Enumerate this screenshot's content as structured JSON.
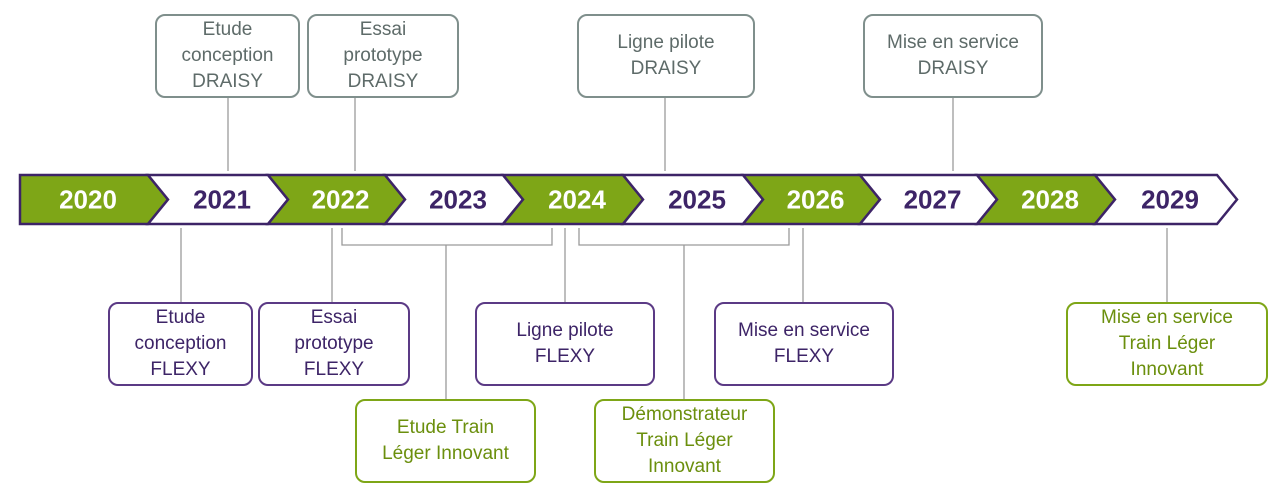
{
  "timeline": {
    "years": [
      {
        "label": "2020",
        "style": "green"
      },
      {
        "label": "2021",
        "style": "white"
      },
      {
        "label": "2022",
        "style": "green"
      },
      {
        "label": "2023",
        "style": "white"
      },
      {
        "label": "2024",
        "style": "green"
      },
      {
        "label": "2025",
        "style": "white"
      },
      {
        "label": "2026",
        "style": "green"
      },
      {
        "label": "2027",
        "style": "white"
      },
      {
        "label": "2028",
        "style": "green"
      },
      {
        "label": "2029",
        "style": "white"
      }
    ]
  },
  "milestones_top": [
    {
      "id": "etude-conception-draisy",
      "text": "Etude\nconception\nDRAISY",
      "color": "gray"
    },
    {
      "id": "essai-prototype-draisy",
      "text": "Essai\nprototype\nDRAISY",
      "color": "gray"
    },
    {
      "id": "ligne-pilote-draisy",
      "text": "Ligne pilote\nDRAISY",
      "color": "gray"
    },
    {
      "id": "mise-en-service-draisy",
      "text": "Mise en service\nDRAISY",
      "color": "gray"
    }
  ],
  "milestones_bottom": [
    {
      "id": "etude-conception-flexy",
      "text": "Etude\nconception\nFLEXY",
      "color": "purple"
    },
    {
      "id": "essai-prototype-flexy",
      "text": "Essai\nprototype\nFLEXY",
      "color": "purple"
    },
    {
      "id": "ligne-pilote-flexy",
      "text": "Ligne pilote\nFLEXY",
      "color": "purple"
    },
    {
      "id": "mise-en-service-flexy",
      "text": "Mise en service\nFLEXY",
      "color": "purple"
    },
    {
      "id": "mise-en-service-train-leger",
      "text": "Mise en service\nTrain Léger\nInnovant",
      "color": "green"
    },
    {
      "id": "etude-train-leger",
      "text": "Etude Train\nLéger Innovant",
      "color": "green"
    },
    {
      "id": "demonstrateur-train-leger",
      "text": "Démonstrateur\nTrain Léger\nInnovant",
      "color": "green"
    }
  ],
  "colors": {
    "green": "#7ea617",
    "purple": "#3d2467",
    "gray": "#7f8f8c",
    "connector": "#9a9a9a"
  }
}
